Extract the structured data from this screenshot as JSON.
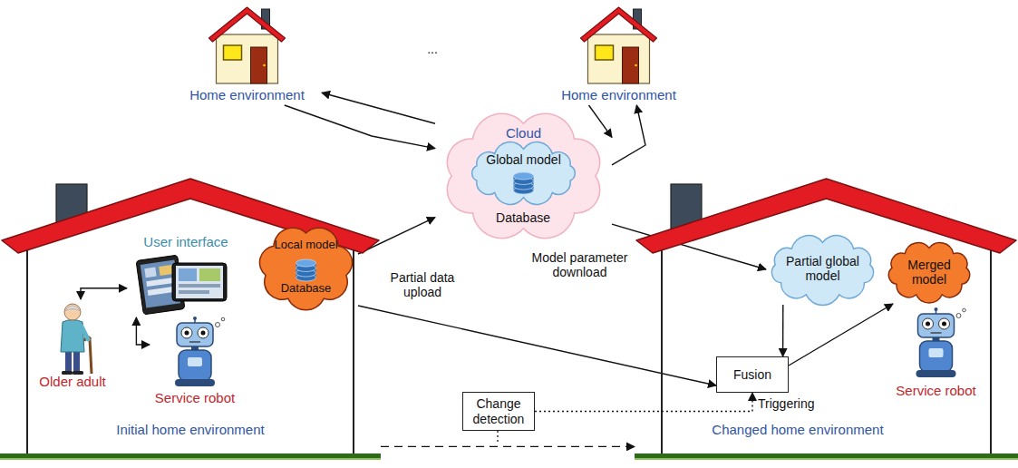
{
  "diagram": {
    "nodes": [
      {
        "text": [
          "Home environment"
        ]
      },
      {
        "text": [
          "Home environment"
        ]
      },
      {
        "text": [
          "Cloud"
        ]
      },
      {
        "text": [
          "Global model"
        ],
        "in": 2
      },
      {
        "text": [
          "Initial home environment"
        ]
      },
      {
        "text": [
          "User interface"
        ],
        "in": 4
      },
      {
        "text": [
          "Older adult"
        ],
        "in": 4
      },
      {
        "text": [
          "Service robot"
        ],
        "in": 4
      },
      {
        "text": [
          "Local model",
          "Database"
        ],
        "in": 4
      },
      {
        "text": [
          "Change detection"
        ]
      },
      {
        "text": [
          "Changed home environment"
        ]
      },
      {
        "text": [
          "Partial global model"
        ],
        "in": 10
      },
      {
        "text": [
          "Fusion"
        ],
        "in": 10
      },
      {
        "text": [
          "Merged model"
        ],
        "in": 10
      },
      {
        "text": [
          "Service robot"
        ],
        "in": 10
      }
    ],
    "edges": [
      {
        "from": 0,
        "to": 2,
        "arrow": "to"
      },
      {
        "from": 2,
        "to": 0,
        "arrow": "to"
      },
      {
        "from": 1,
        "to": 2,
        "arrow": "to"
      },
      {
        "from": 2,
        "to": 1,
        "arrow": "to"
      },
      {
        "from": 6,
        "to": 5,
        "arrow": "both"
      },
      {
        "from": 5,
        "to": 7,
        "arrow": "both"
      },
      {
        "from": 8,
        "to": 2,
        "label": "Partial data upload",
        "arrow": "to"
      },
      {
        "from": 2,
        "to": 11,
        "label": "Model parameter download",
        "arrow": "to"
      },
      {
        "from": 8,
        "to": 12,
        "arrow": "to"
      },
      {
        "from": 11,
        "to": 12,
        "arrow": "to"
      },
      {
        "from": 12,
        "to": 13,
        "arrow": "to"
      },
      {
        "from": 9,
        "to": 12,
        "label": "Triggering",
        "arrow": "to"
      },
      {
        "from": 4,
        "to": 10,
        "arrow": "to"
      }
    ],
    "labels": [
      "...",
      "Database"
    ]
  }
}
